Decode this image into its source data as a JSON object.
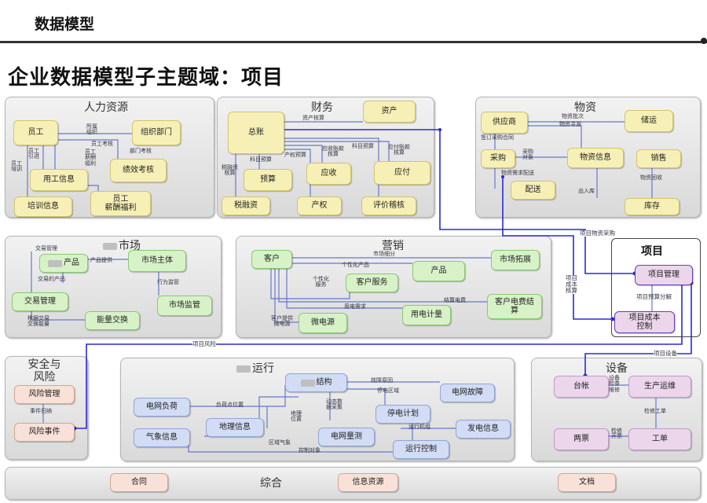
{
  "header": {
    "title": "数据模型"
  },
  "page_title": "企业数据模型子主题域：项目",
  "hr": {
    "title": "人力资源",
    "nodes": {
      "staff": "员工",
      "org": "组织部门",
      "assess": "绩效考核",
      "employ": "用工信息",
      "train": "培训信息",
      "salary": "员工\n薪酬福利"
    },
    "labels": {
      "l1": "所属\n组织",
      "l2": "员工考核",
      "l3": "部门考核",
      "l4": "员工\n引进",
      "l5": "员工\n培训",
      "l6": "员工\n薪酬\n福利"
    }
  },
  "finance": {
    "title": "财务",
    "nodes": {
      "ledger": "总账",
      "asset": "资产",
      "budget": "预算",
      "receivable": "应收",
      "payable": "应付",
      "tax": "税融资",
      "property": "产权",
      "valuation": "评价稽核"
    },
    "labels": {
      "l1": "资产核算",
      "l2": "科目预算",
      "l3": "产权预算",
      "l4": "应收账款\n核算",
      "l5": "科目预算",
      "l6": "应付账款\n核算",
      "l7": "税融资\n核算"
    }
  },
  "materials": {
    "title": "物资",
    "nodes": {
      "supplier": "供应商",
      "storage": "储运",
      "purchase": "采购",
      "info": "物资信息",
      "sales": "销售",
      "dispatch": "配送",
      "stock": "库存"
    },
    "labels": {
      "l1": "物资批次",
      "l2": "物资寻源",
      "l3": "签订采购合同",
      "l4": "采购\n对象",
      "l5": "物资需求配送",
      "l6": "出入库",
      "l7": "物资回收"
    }
  },
  "market": {
    "title": "市场",
    "nodes": {
      "product": "产品",
      "subject": "市场主体",
      "trade": "交易管理",
      "energy": "能量交换",
      "supervise": "市场监管"
    },
    "labels": {
      "l1": "交易管理",
      "l2": "产品提供",
      "l3": "交易的产品",
      "l4": "行为监管",
      "l5": "根据交易\n交换能量"
    }
  },
  "marketing": {
    "title": "营销",
    "nodes": {
      "customer": "客户",
      "product": "产品",
      "expand": "市场拓展",
      "service": "客户服务",
      "billing": "客户电费结\n算",
      "plan": "用电计量",
      "micro": "微电源"
    },
    "labels": {
      "l1": "市场细分",
      "l2": "个性化产品",
      "l3": "个性化\n服务",
      "l4": "结算电费",
      "l5": "用电需求",
      "l6": "客户提供\n微电源"
    }
  },
  "project": {
    "title": "项目",
    "nodes": {
      "manage": "项目管理",
      "cost": "项目成本\n控制"
    },
    "labels": {
      "budget_split": "项目预算分解"
    }
  },
  "connectors": {
    "material_purchase": "项目物资采购",
    "cost_budget": "项目\n成本\n核算",
    "risk": "项目风险",
    "equipment": "项目设备"
  },
  "safety": {
    "title": "安全与\n风险",
    "nodes": {
      "risk_mgmt": "风险管理",
      "risk_event": "风险事件"
    },
    "labels": {
      "l1": "事件归纳"
    }
  },
  "operations": {
    "title": "运行",
    "nodes": {
      "structure": "结构",
      "grid_fault": "电网故障",
      "load": "电网负荷",
      "geo": "地理信息",
      "outage": "停电计划",
      "weather": "气象信息",
      "measure": "电网量测",
      "power_info": "发电信息",
      "control": "运行控制"
    },
    "labels": {
      "l1": "故障原因",
      "l2": "停电区域",
      "l3": "负荷点位置",
      "l4": "地理\n位置",
      "l5": "动态数\n据采集",
      "l6": "运行机组",
      "l7": "区域气象",
      "l8": "控制对象"
    }
  },
  "equipment": {
    "title": "设备",
    "nodes": {
      "ledger": "台帐",
      "maintain": "生产运维",
      "ticket": "两票",
      "order": "工单"
    },
    "labels": {
      "l1": "设备\n检查\n维修",
      "l2": "检修工单",
      "l3": "检修\n开票"
    }
  },
  "general": {
    "title": "综合",
    "items": {
      "contract": "合同",
      "info_res": "信息资源",
      "doc": "文档"
    }
  }
}
